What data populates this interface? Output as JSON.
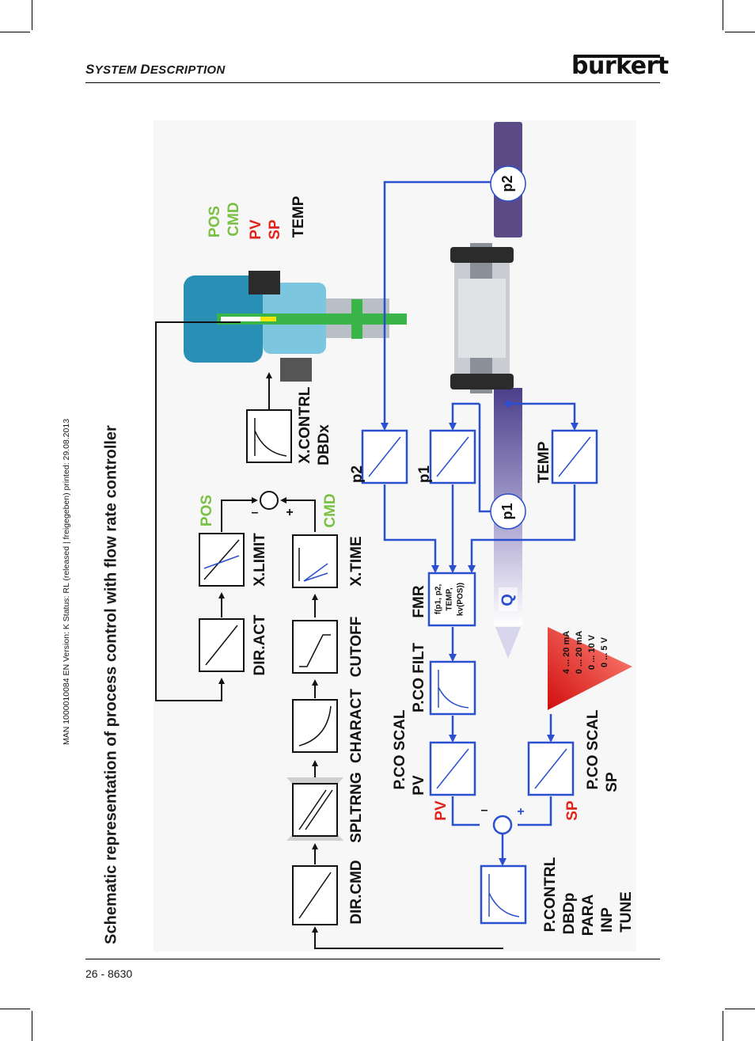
{
  "header": {
    "section_title_first": "S",
    "section_title_rest1": "YSTEM ",
    "section_title_second": "D",
    "section_title_rest2": "ESCRIPTION",
    "brand": "bürkert"
  },
  "side_meta": "MAN  1000010084  EN  Version: K  Status: RL (released | freigegeben)  printed: 29.08.2013",
  "figure_title": "Schematic representation of process control with flow rate controller",
  "footer": {
    "page": "26  -  8630"
  },
  "colors": {
    "blue": "#2a4fcf",
    "green": "#7ac143",
    "red": "#e2231a",
    "pipe": "#6b5b95"
  },
  "diagram": {
    "labels": {
      "dir_act": "DIR.ACT",
      "x_limit": "X.LIMIT",
      "pos_green": "POS",
      "x_contrl": "X.CONTRL",
      "dbdx": "DBDx",
      "dir_cmd": "DIR.CMD",
      "spltrng": "SPLTRNG",
      "charact": "CHARACT",
      "cutoff": "CUTOFF",
      "x_time": "X.TIME",
      "cmd_green": "CMD",
      "p2_label": "p2",
      "p1_label": "p1",
      "temp_label": "TEMP",
      "fmr": "FMR",
      "fmr_f1": "f(p1, p2,",
      "fmr_f2": "TEMP,",
      "fmr_f3": "kv(POS))",
      "p_co_filt": "P.CO FILT",
      "p_co_scal_pv_1": "P.CO SCAL",
      "p_co_scal_pv_2": "PV",
      "pv_red": "PV",
      "p_co_scal_sp_1": "P.CO SCAL",
      "p_co_scal_sp_2": "SP",
      "sp_red": "SP",
      "p_contrl": "P.CONTRL",
      "dbdp": "DBDp",
      "para": "PARA",
      "inp": "INP",
      "tune": "TUNE",
      "q": "Q",
      "pipe_p1": "p1",
      "pipe_p2": "p2",
      "minus": "–",
      "plus": "+",
      "ranges": [
        "4 ... 20 mA",
        "0 ... 20 mA",
        "0 ... 10 V",
        "0 ...   5 V"
      ],
      "legend_pos": "POS",
      "legend_cmd": "CMD",
      "legend_pv": "PV",
      "legend_sp": "SP",
      "legend_temp": "TEMP"
    }
  }
}
